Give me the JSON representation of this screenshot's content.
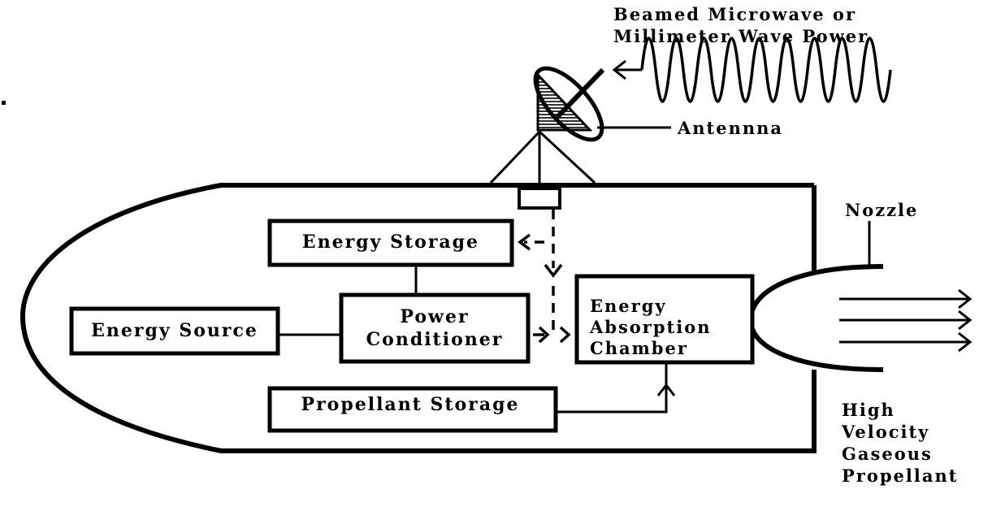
{
  "labels": {
    "beam_line1": "Beamed Microwave or",
    "beam_line2": "Millimeter Wave Power",
    "antenna": "Antennna",
    "nozzle": "Nozzle",
    "energy_storage": "Energy Storage",
    "energy_source": "Energy Source",
    "power_line1": "Power",
    "power_line2": "Conditioner",
    "chamber_line1": "Energy",
    "chamber_line2": "Absorption",
    "chamber_line3": "Chamber",
    "propellant_storage": "Propellant Storage",
    "exhaust_line1": "High",
    "exhaust_line2": "Velocity",
    "exhaust_line3": "Gaseous",
    "exhaust_line4": "Propellant"
  }
}
